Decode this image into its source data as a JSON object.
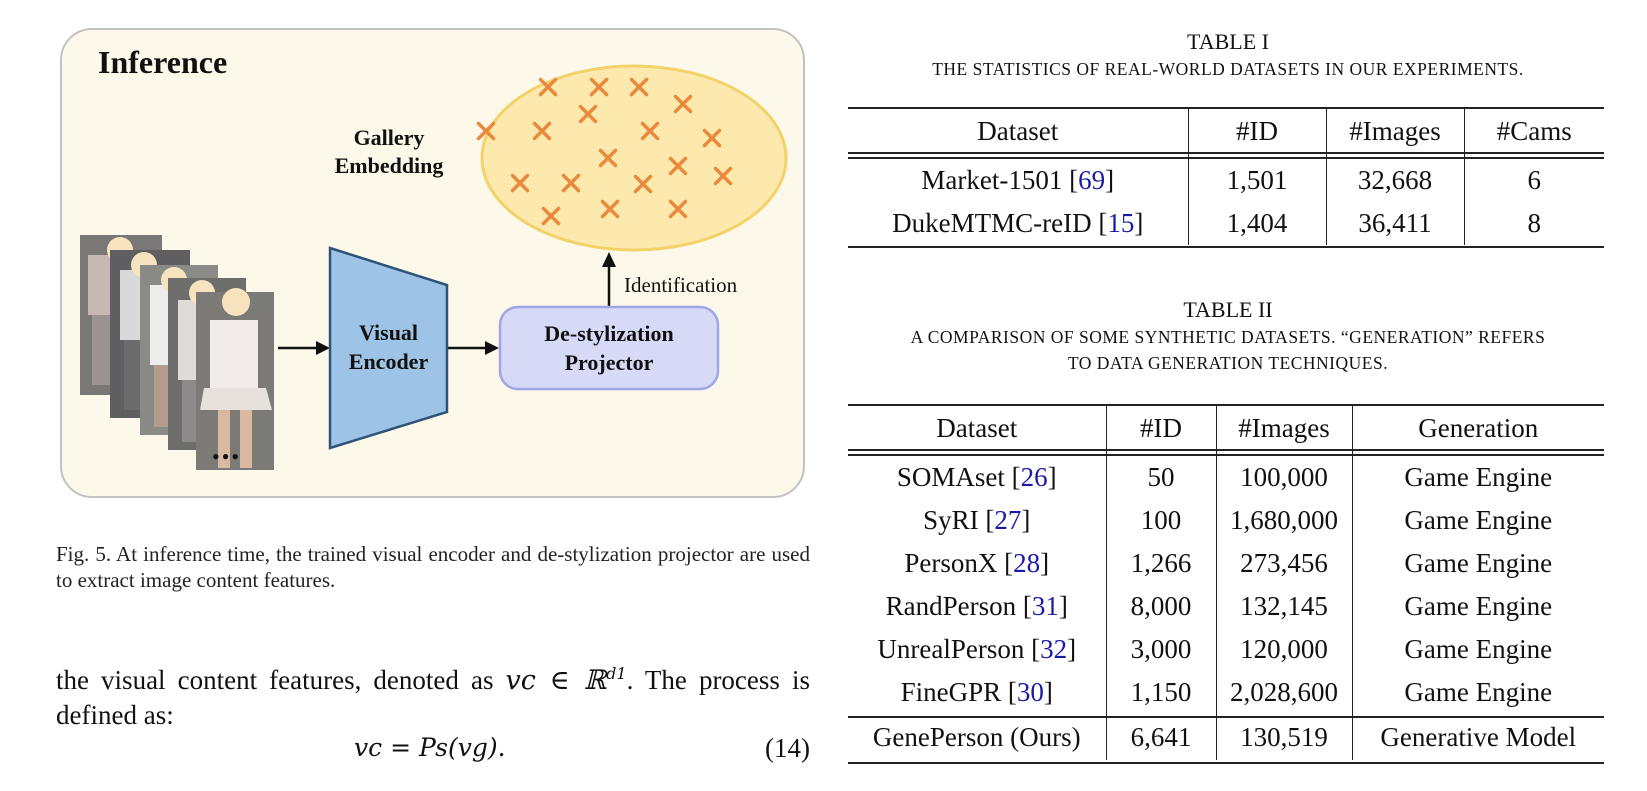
{
  "figure": {
    "panel_title": "Inference",
    "gallery_label_1": "Gallery",
    "gallery_label_2": "Embedding",
    "encoder_label_1": "Visual",
    "encoder_label_2": "Encoder",
    "projector_label_1": "De-stylization",
    "projector_label_2": "Projector",
    "identification_label": "Identification",
    "ellipsis": "•••",
    "colors": {
      "panel_bg": "#fcf9ea",
      "ellipse_fill": "#fde9ad",
      "ellipse_stroke": "#f3d26a",
      "cross": "#e8893b",
      "encoder_fill": "#9dc3e6",
      "encoder_stroke": "#2e5377",
      "projector_fill": "#d6daf7",
      "projector_stroke": "#9ea6e6"
    }
  },
  "caption": "Fig. 5.  At inference time, the trained visual encoder and de-stylization projector are used to extract image content features.",
  "body": {
    "text_before": "the visual content features, denoted as ",
    "math_inline": "vc ∈ ℝ",
    "math_sup": "d1",
    "text_after": ". The process is defined as:",
    "equation": "vc = Ps(vg).",
    "equation_number": "(14)"
  },
  "table1": {
    "title": "TABLE I",
    "caption": "The statistics of real-world datasets in our experiments.",
    "headers": [
      "Dataset",
      "#ID",
      "#Images",
      "#Cams"
    ],
    "rows": [
      {
        "name": "Market-1501 [",
        "ref": "69",
        "close": "]",
        "id": "1,501",
        "images": "32,668",
        "cams": "6"
      },
      {
        "name": "DukeMTMC-reID [",
        "ref": "15",
        "close": "]",
        "id": "1,404",
        "images": "36,411",
        "cams": "8"
      }
    ]
  },
  "table2": {
    "title": "TABLE II",
    "caption_line1": "A comparison of some synthetic datasets. “Generation” refers",
    "caption_line2": "to data generation techniques.",
    "headers": [
      "Dataset",
      "#ID",
      "#Images",
      "Generation"
    ],
    "rows": [
      {
        "name": "SOMAset [",
        "ref": "26",
        "close": "]",
        "id": "50",
        "images": "100,000",
        "gen": "Game Engine"
      },
      {
        "name": "SyRI [",
        "ref": "27",
        "close": "]",
        "id": "100",
        "images": "1,680,000",
        "gen": "Game Engine"
      },
      {
        "name": "PersonX [",
        "ref": "28",
        "close": "]",
        "id": "1,266",
        "images": "273,456",
        "gen": "Game Engine"
      },
      {
        "name": "RandPerson [",
        "ref": "31",
        "close": "]",
        "id": "8,000",
        "images": "132,145",
        "gen": "Game Engine"
      },
      {
        "name": "UnrealPerson [",
        "ref": "32",
        "close": "]",
        "id": "3,000",
        "images": "120,000",
        "gen": "Game Engine"
      },
      {
        "name": "FineGPR [",
        "ref": "30",
        "close": "]",
        "id": "1,150",
        "images": "2,028,600",
        "gen": "Game Engine"
      }
    ],
    "ours": {
      "name": "GenePerson (Ours)",
      "id": "6,641",
      "images": "130,519",
      "gen": "Generative Model"
    }
  }
}
